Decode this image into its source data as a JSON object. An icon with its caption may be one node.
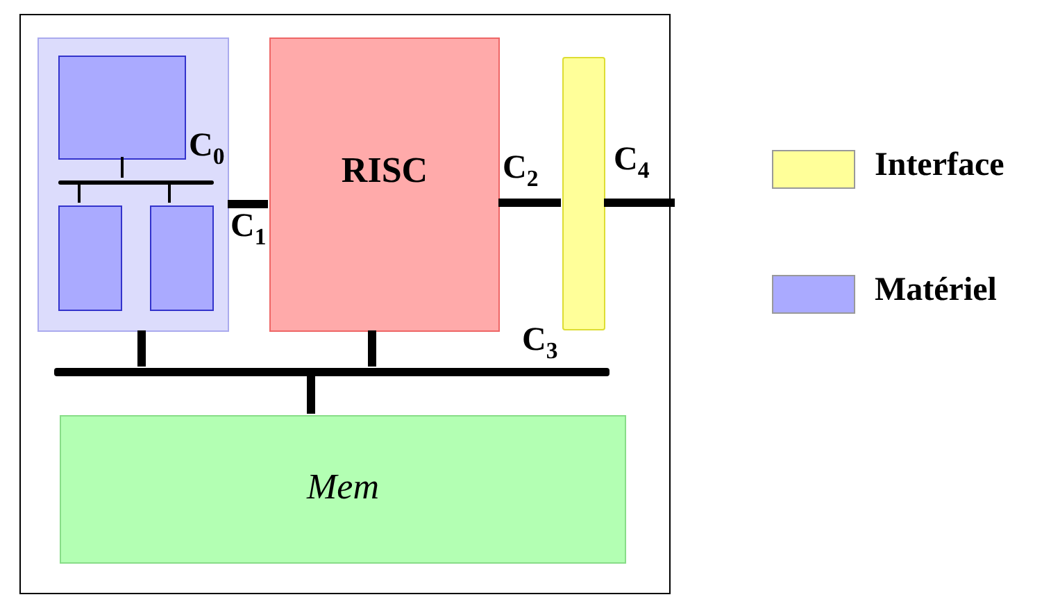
{
  "diagram": {
    "nodes": [
      {
        "text": [],
        "shape": "box"
      },
      {
        "text": [],
        "shape": "box",
        "in": 0
      },
      {
        "text": [],
        "shape": "box",
        "in": 1
      },
      {
        "text": [],
        "shape": "bar",
        "in": 1,
        "beside": [
          "C$_{0}$"
        ]
      },
      {
        "text": [],
        "shape": "box",
        "in": 1
      },
      {
        "text": [],
        "shape": "box",
        "in": 1
      },
      {
        "text": [
          "RISC"
        ],
        "in": 0
      },
      {
        "text": [],
        "shape": "bar",
        "in": 0
      },
      {
        "text": [],
        "shape": "bar",
        "in": 0,
        "beside": [
          "C$_{3}$"
        ]
      },
      {
        "text": [
          "Mem"
        ],
        "in": 0
      }
    ],
    "edges": [
      {
        "from": 3,
        "to": 2,
        "arrow": "none"
      },
      {
        "from": 3,
        "to": 4,
        "arrow": "none"
      },
      {
        "from": 3,
        "to": 5,
        "arrow": "none"
      },
      {
        "from": 1,
        "to": 6,
        "arrow": "none",
        "label": "C$_{1}$"
      },
      {
        "from": 6,
        "to": 7,
        "arrow": "none",
        "label": "C$_{2}$"
      },
      {
        "from": 7,
        "to": null,
        "arrow": "none",
        "label": "C$_{4}$"
      },
      {
        "from": 1,
        "to": 8,
        "arrow": "none"
      },
      {
        "from": 6,
        "to": 8,
        "arrow": "none"
      },
      {
        "from": 8,
        "to": 9,
        "arrow": "none"
      }
    ],
    "legend": [
      {
        "text": "Interface",
        "color": "#ffff99"
      },
      {
        "text": "Matériel",
        "color": "#aaaaff"
      }
    ]
  }
}
